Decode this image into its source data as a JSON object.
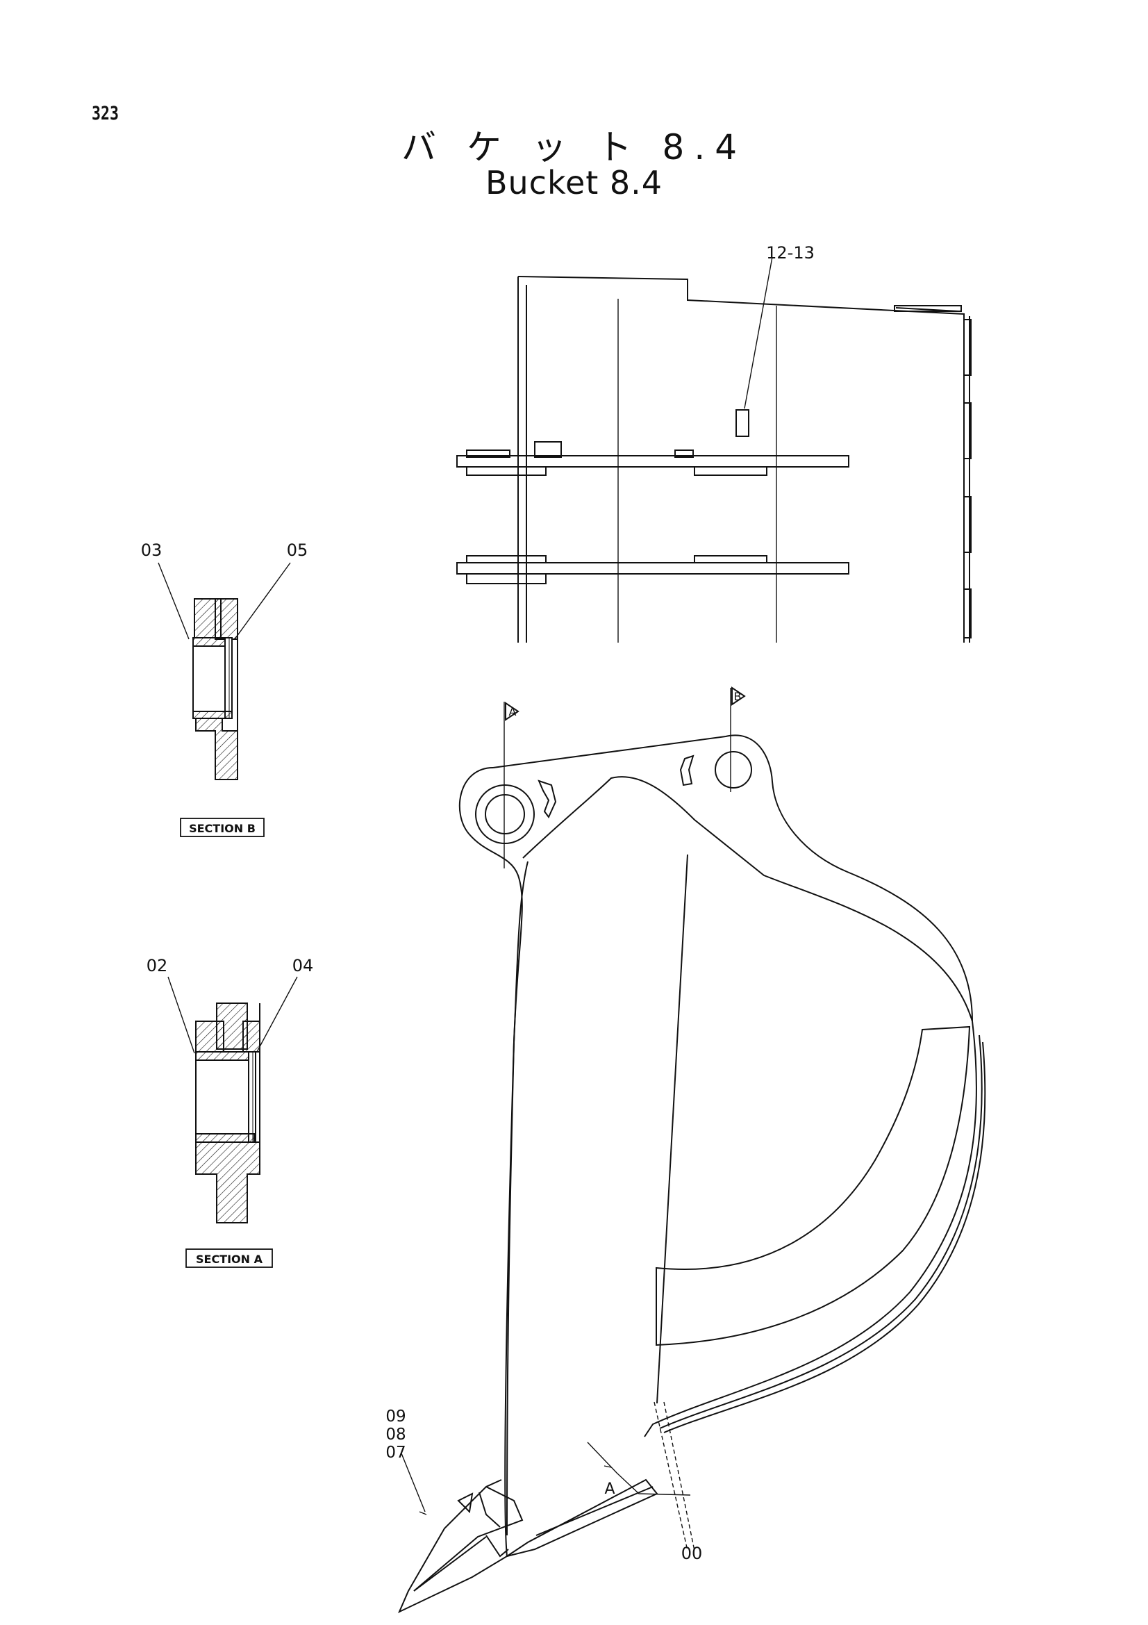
{
  "page": {
    "number": "323"
  },
  "title": {
    "japanese": "バ ケ ッ ト 8.4",
    "english": "Bucket 8.4"
  },
  "callouts": {
    "p12_13": "12-13",
    "p03": "03",
    "p05": "05",
    "p02": "02",
    "p04": "04",
    "p09": "09",
    "p08": "08",
    "p07": "07",
    "p00": "00",
    "view_a_arrow": "A",
    "section_marker_a": "A",
    "section_marker_b": "B"
  },
  "sections": {
    "section_b_label": "SECTION B",
    "section_a_label": "SECTION A"
  }
}
